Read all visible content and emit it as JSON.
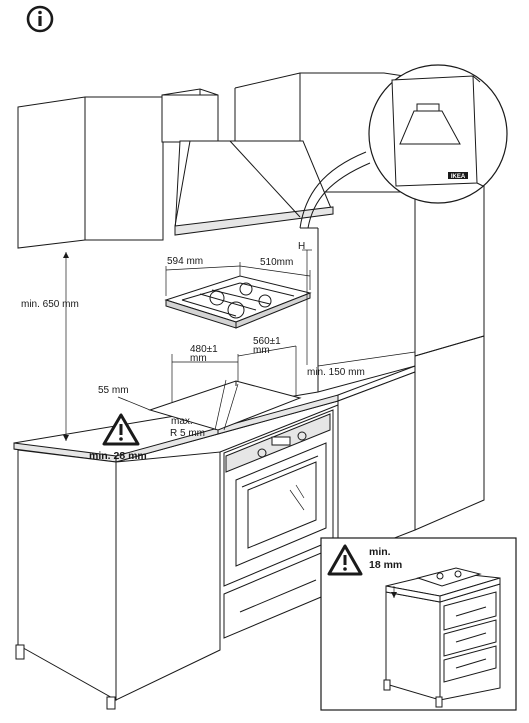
{
  "icons": {
    "info": "info-circle-icon",
    "warning": "warning-triangle-icon"
  },
  "dimensions": {
    "hob_width": "594 mm",
    "hob_depth": "510mm",
    "cutout_depth_line1": "480±1",
    "cutout_depth_line2": "mm",
    "cutout_width_line1": "560±1",
    "cutout_width_line2": "mm",
    "front_edge": "55 mm",
    "corner_radius_line1": "max.",
    "corner_radius_line2": "R 5 mm",
    "side_clearance": "min. 150 mm",
    "cabinet_height": "min. 650 mm",
    "hood_height": "H"
  },
  "warnings": {
    "worktop_thickness": "min. 28 mm",
    "inset_line1": "min.",
    "inset_line2": "18 mm"
  },
  "logo": "IKEA"
}
